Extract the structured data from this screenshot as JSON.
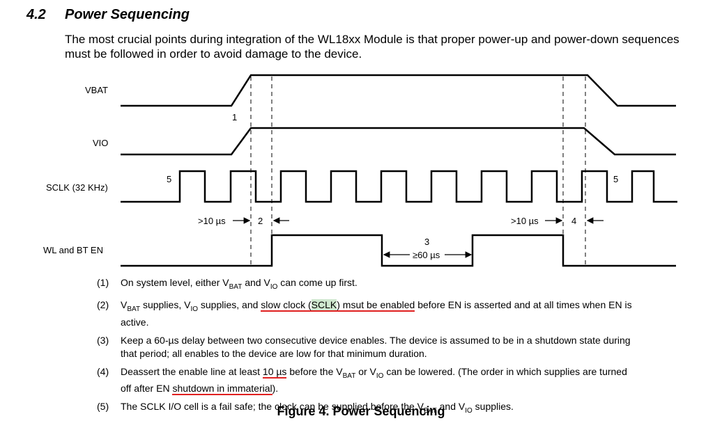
{
  "section": {
    "number": "4.2",
    "title": "Power Sequencing"
  },
  "intro": "The most crucial points during integration of the WL18xx Module is that proper power-up and power-down sequences must be followed in order to avoid damage to the device.",
  "diagram": {
    "signals": {
      "vbat": "VBAT",
      "vio": "VIO",
      "sclk": "SCLK (32 KHz)",
      "en": "WL and BT EN"
    },
    "markers": {
      "m1": "1",
      "m2": "2",
      "m3": "3",
      "m4": "4",
      "m5a": "5",
      "m5b": "5"
    },
    "timings": {
      "t_up": ">10 µs",
      "t_mid": "≥60 µs",
      "t_down": ">10 µs"
    }
  },
  "notes": [
    {
      "num": "(1)",
      "a": "On system level, either V",
      "sub1": "BAT",
      "b": " and V",
      "sub2": "IO",
      "c": " can come up first."
    },
    {
      "num": "(2)",
      "a": "V",
      "sub1": "BAT",
      "b": " supplies, V",
      "sub2": "IO",
      "c": " supplies, and ",
      "r1": "slow clock (",
      "hl": "SCLK",
      "r2": ") msut be enabled",
      "d": " before EN is asserted and at all times when EN is active."
    },
    {
      "num": "(3)",
      "text": "Keep a 60-µs delay between two consecutive device enables. The device is assumed to be in a shutdown state during that period; all enables to the device are low for that minimum duration."
    },
    {
      "num": "(4)",
      "a": "Deassert the enable line at least ",
      "r1": "10 µs",
      "b": " before the V",
      "sub1": "BAT",
      "c": " or V",
      "sub2": "IO",
      "d": " can be lowered. (The order in which supplies are turned off after EN ",
      "r2": "shutdown in immaterial",
      "e": ")."
    },
    {
      "num": "(5)",
      "a": "The SCLK I/O cell is a fail safe; the clock can be supplied before the V",
      "sub1": "BAT",
      "b": " and V",
      "sub2": "IO",
      "c": " supplies."
    }
  ],
  "caption": "Figure 4. Power Sequencing"
}
